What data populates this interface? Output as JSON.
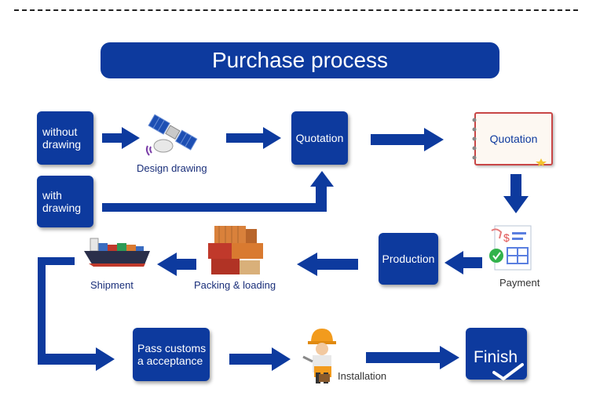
{
  "title": "Purchase process",
  "boxes": {
    "without_drawing": "without drawing",
    "with_drawing": "with drawing",
    "quotation_box": "Quotation",
    "quotation_note": "Quotation",
    "production": "Production",
    "pass_customs": "Pass customs a acceptance",
    "finish": "Finish"
  },
  "captions": {
    "design_drawing": "Design drawing",
    "payment": "Payment",
    "shipment": "Shipment",
    "packing_loading": "Packing & loading",
    "installation": "Installation"
  },
  "colors": {
    "primary": "#0d3a9e",
    "note_border": "#c84646"
  },
  "icons": [
    "satellite-icon",
    "notebook-icon",
    "payment-icon",
    "container-icon",
    "ship-icon",
    "worker-icon",
    "checkmark-icon"
  ]
}
